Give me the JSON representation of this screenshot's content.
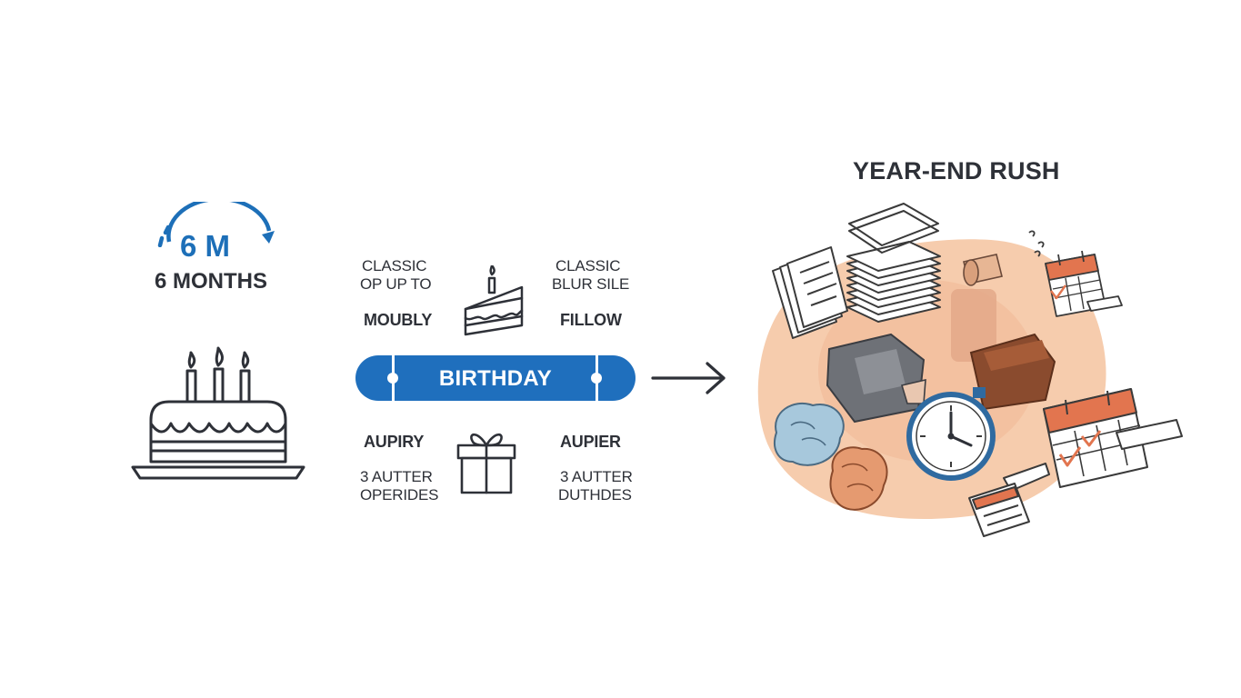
{
  "left": {
    "badge": "6 M",
    "months_label": "6 MONTHS",
    "cake_icon": "birthday-cake-icon"
  },
  "middle": {
    "top_left": {
      "line1": "CLASSIC",
      "line2": "OP UP TO",
      "line3": "MOUBLY"
    },
    "top_right": {
      "line1": "CLASSIC",
      "line2": "BLUR SILE",
      "line3": "FILLOW"
    },
    "pill_label": "BIRTHDAY",
    "bottom_left": {
      "line1": "AUPIRY",
      "line2": "3 AUTTER",
      "line3": "OPERIDES"
    },
    "bottom_right": {
      "line1": "AUPIER",
      "line2": "3 AUTTER",
      "line3": "DUTHDES"
    },
    "cake_slice_icon": "cake-slice-icon",
    "gift_icon": "gift-box-icon"
  },
  "right": {
    "title": "YEAR-END RUSH",
    "icons": [
      "paper-stack-icon",
      "document-icon",
      "calendar-icon",
      "stopwatch-icon",
      "clutter-icon"
    ]
  },
  "colors": {
    "accent_blue": "#1f6fbd",
    "peach": "#f6c9a8",
    "orange": "#e0774e",
    "dark": "#2e3138"
  }
}
